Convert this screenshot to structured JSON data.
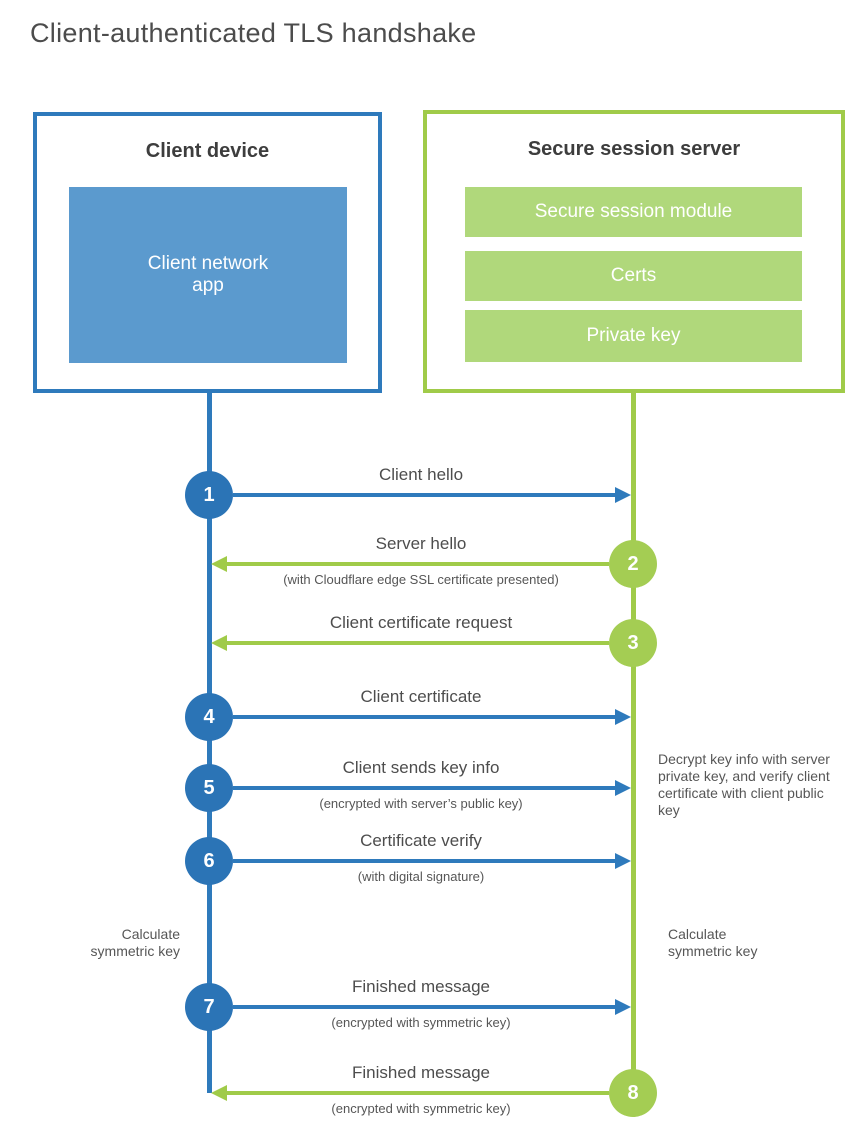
{
  "title": "Client-authenticated TLS handshake",
  "client_box": {
    "title": "Client device",
    "app_label": "Client network\napp"
  },
  "server_box": {
    "title": "Secure session server",
    "modules": [
      "Secure session module",
      "Certs",
      "Private key"
    ]
  },
  "colors": {
    "blue_line": "#2e7abc",
    "blue_fill": "#5b9ace",
    "green_line": "#a0cb49",
    "green_fill": "#b0d87b",
    "label_text": "#4d4d4d"
  },
  "steps": [
    {
      "number": "1",
      "label": "Client hello",
      "sublabel": "",
      "direction": "right",
      "actor": "client"
    },
    {
      "number": "2",
      "label": "Server hello",
      "sublabel": "(with Cloudflare edge SSL certificate presented)",
      "direction": "left",
      "actor": "server"
    },
    {
      "number": "3",
      "label": "Client certificate request",
      "sublabel": "",
      "direction": "left",
      "actor": "server"
    },
    {
      "number": "4",
      "label": "Client certificate",
      "sublabel": "",
      "direction": "right",
      "actor": "client"
    },
    {
      "number": "5",
      "label": "Client sends key info",
      "sublabel": "(encrypted with server’s public key)",
      "direction": "right",
      "actor": "client"
    },
    {
      "number": "6",
      "label": "Certificate verify",
      "sublabel": "(with digital signature)",
      "direction": "right",
      "actor": "client"
    },
    {
      "number": "7",
      "label": "Finished message",
      "sublabel": "(encrypted with symmetric key)",
      "direction": "right",
      "actor": "client"
    },
    {
      "number": "8",
      "label": "Finished message",
      "sublabel": "(encrypted with symmetric key)",
      "direction": "left",
      "actor": "server"
    }
  ],
  "notes": {
    "decrypt": "Decrypt key info with server private key, and verify client certificate with client public key",
    "calculate_left": "Calculate\nsymmetric key",
    "calculate_right": "Calculate\nsymmetric key"
  }
}
